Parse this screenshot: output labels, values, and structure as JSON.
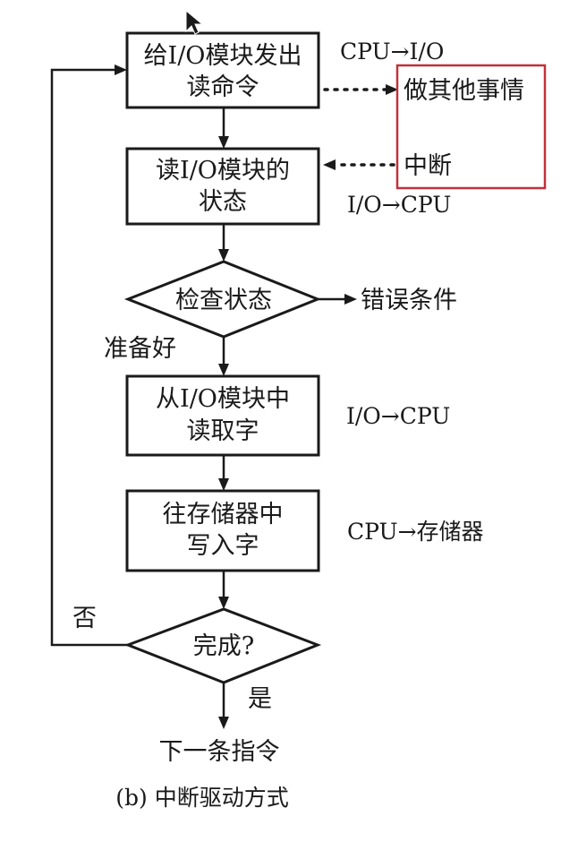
{
  "nodes": {
    "send_read_cmd": {
      "line1": "给I/O模块发出",
      "line2": "读命令"
    },
    "read_status": {
      "line1": "读I/O模块的",
      "line2": "状态"
    },
    "check_status": {
      "label": "检查状态"
    },
    "read_word": {
      "line1": "从I/O模块中",
      "line2": "读取字"
    },
    "write_memory": {
      "line1": "往存储器中",
      "line2": "写入字"
    },
    "done": {
      "label": "完成?"
    },
    "next": {
      "label": "下一条指令"
    }
  },
  "labels": {
    "cpu_to_io": "CPU→I/O",
    "io_to_cpu_1": "I/O→CPU",
    "error_condition": "错误条件",
    "ready": "准备好",
    "io_to_cpu_2": "I/O→CPU",
    "cpu_to_memory": "CPU→存储器",
    "no": "否",
    "yes": "是",
    "do_other": "做其他事情",
    "interrupt": "中断"
  },
  "caption": "(b) 中断驱动方式",
  "colors": {
    "highlight_border": "#c0323a",
    "ink": "#1a1a1a"
  }
}
